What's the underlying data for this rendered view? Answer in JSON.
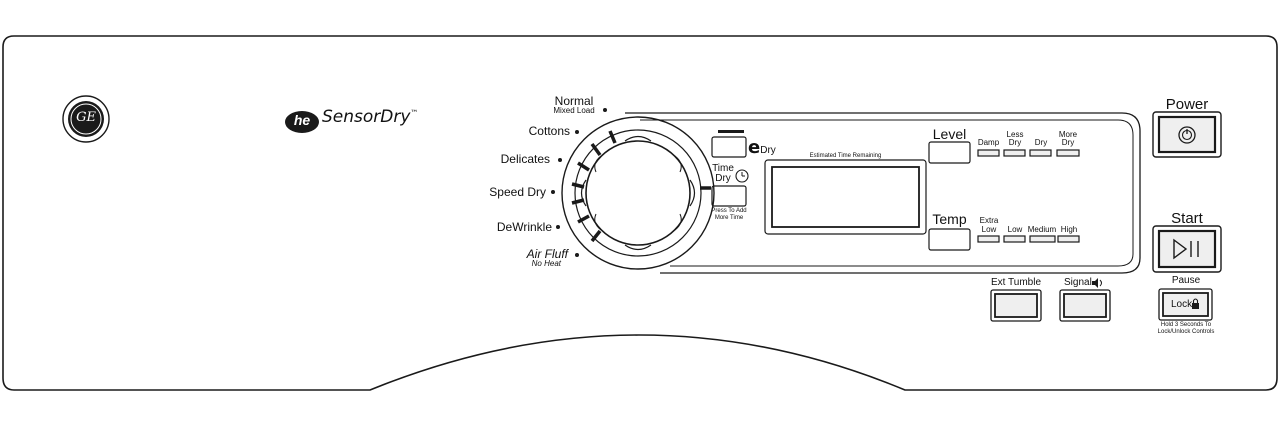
{
  "brand": {
    "logo_text": "GE",
    "he_badge": "he",
    "sensordry": "SensorDry",
    "trademark": "™"
  },
  "cycles": {
    "normal": "Normal",
    "normal_sub": "Mixed Load",
    "cottons": "Cottons",
    "delicates": "Delicates",
    "speed_dry": "Speed Dry",
    "dewrinkle": "DeWrinkle",
    "air_fluff": "Air Fluff",
    "air_fluff_sub": "No Heat"
  },
  "edry": {
    "e": "e",
    "label": "Dry"
  },
  "time_dry": {
    "line1": "Time",
    "line2": "Dry",
    "note_line1": "Press To Add",
    "note_line2": "More Time"
  },
  "display": {
    "label": "Estimated Time Remaining"
  },
  "level": {
    "label": "Level",
    "options": [
      {
        "line1": "",
        "line2": "Damp"
      },
      {
        "line1": "Less",
        "line2": "Dry"
      },
      {
        "line1": "",
        "line2": "Dry"
      },
      {
        "line1": "More",
        "line2": "Dry"
      }
    ]
  },
  "temp": {
    "label": "Temp",
    "options": [
      {
        "line1": "Extra",
        "line2": "Low"
      },
      {
        "line1": "",
        "line2": "Low"
      },
      {
        "line1": "",
        "line2": "Medium"
      },
      {
        "line1": "",
        "line2": "High"
      }
    ]
  },
  "buttons": {
    "ext_tumble": "Ext Tumble",
    "signal": "Signal",
    "power": "Power",
    "start": "Start",
    "pause": "Pause",
    "lock": "Lock",
    "lock_note_line1": "Hold 3 Seconds To",
    "lock_note_line2": "Lock/Unlock Controls"
  },
  "colors": {
    "line": "#1a1a1a",
    "button_fill": "#efefef",
    "background": "#ffffff"
  }
}
